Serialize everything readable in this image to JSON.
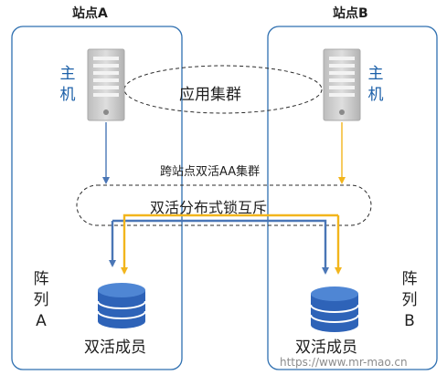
{
  "sites": {
    "a_title": "站点A",
    "b_title": "站点B"
  },
  "hosts": {
    "a_label": [
      "主",
      "机"
    ],
    "b_label": [
      "主",
      "机"
    ]
  },
  "app_cluster": "应用集群",
  "cross_site_cluster": "跨站点双活AA集群",
  "lock_mutex": "双活分布式锁互斥",
  "arrays": {
    "a_label": [
      "阵",
      "列",
      "A"
    ],
    "b_label": [
      "阵",
      "列",
      "B"
    ]
  },
  "members": {
    "a_label": "双活成员",
    "b_label": "双活成员"
  },
  "watermark": "https://www.mr-mao.cn",
  "colors": {
    "site_border": "#2e6fb0",
    "link_blue": "#4a76b6",
    "link_yellow": "#f2b51c",
    "db_blue": "#2e63b8",
    "server_gray": "#c8c8c8"
  },
  "icons": {
    "server": "server-icon",
    "database": "database-icon"
  }
}
